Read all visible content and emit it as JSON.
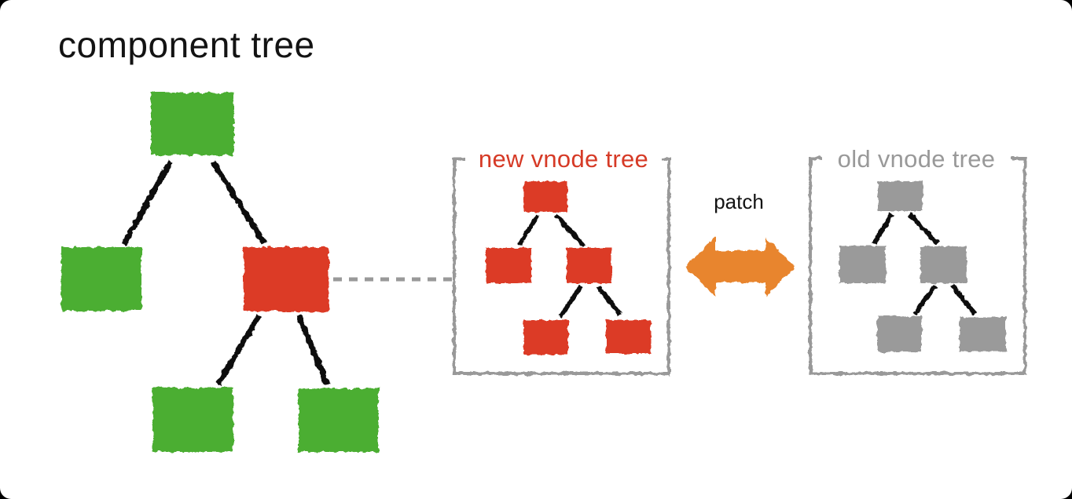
{
  "title": "component tree",
  "panels": {
    "new_vnode": {
      "label": "new vnode tree"
    },
    "old_vnode": {
      "label": "old vnode tree"
    }
  },
  "patch": {
    "label": "patch"
  },
  "colors": {
    "component_node_green": "#4CAE32",
    "changed_node_red": "#DC3B26",
    "vnode_node_red": "#DC3B26",
    "vnode_node_gray": "#9A9A9A",
    "arrow_orange": "#E8852F",
    "connector_black": "#111111",
    "panel_border_gray": "#999999",
    "link_dash_gray": "#999999",
    "title_text": "#131313",
    "new_label_text": "#D63A26",
    "old_label_text": "#999999",
    "patch_text": "#131313"
  },
  "trees": {
    "component": {
      "nodes": [
        {
          "id": "root",
          "color": "#4CAE32"
        },
        {
          "id": "left",
          "color": "#4CAE32"
        },
        {
          "id": "right-changed",
          "color": "#DC3B26"
        },
        {
          "id": "right-left",
          "color": "#4CAE32"
        },
        {
          "id": "right-right",
          "color": "#4CAE32"
        }
      ],
      "edges": [
        [
          "root",
          "left"
        ],
        [
          "root",
          "right-changed"
        ],
        [
          "right-changed",
          "right-left"
        ],
        [
          "right-changed",
          "right-right"
        ]
      ]
    },
    "new_vnode": {
      "node_color": "#DC3B26",
      "edges": [
        [
          "root",
          "left"
        ],
        [
          "root",
          "right"
        ],
        [
          "right",
          "right-left"
        ],
        [
          "right",
          "right-right"
        ]
      ]
    },
    "old_vnode": {
      "node_color": "#9A9A9A",
      "edges": [
        [
          "root",
          "left"
        ],
        [
          "root",
          "right"
        ],
        [
          "right",
          "right-left"
        ],
        [
          "right",
          "right-right"
        ]
      ]
    },
    "link": {
      "style": "dashed",
      "from": "changed-component-node",
      "to": "new-vnode-tree-panel"
    }
  }
}
